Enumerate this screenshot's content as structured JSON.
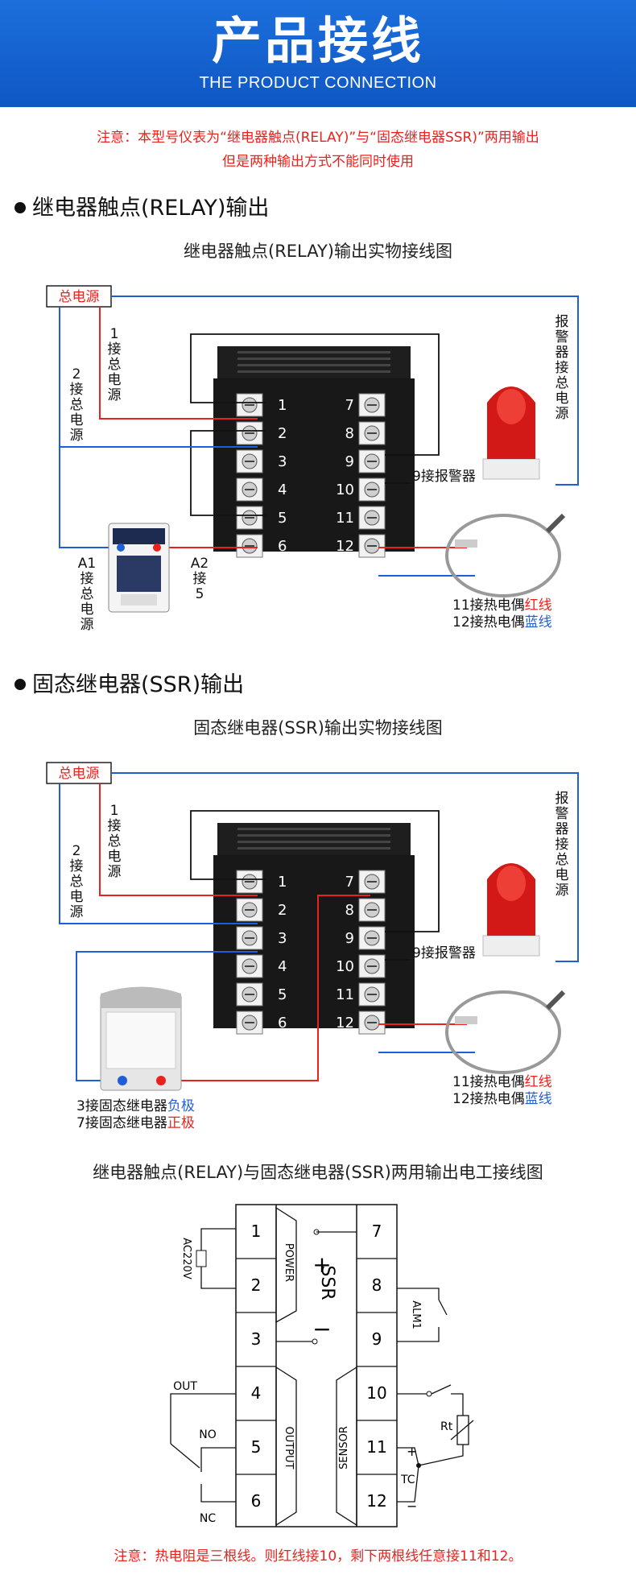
{
  "banner": {
    "title": "产品接线",
    "subtitle": "THE PRODUCT CONNECTION"
  },
  "notice": {
    "line1": "注意：本型号仪表为“继电器触点(RELAY)”与“固态继电器SSR)”两用输出",
    "line2": "但是两种输出方式不能同时使用"
  },
  "relay_section": {
    "title": "继电器触点(RELAY)输出",
    "caption": "继电器触点(RELAY)输出实物接线图",
    "power_label": "总电源",
    "left_terminals": [
      "1",
      "2",
      "3",
      "4",
      "5",
      "6"
    ],
    "right_terminals": [
      "7",
      "8",
      "9",
      "10",
      "11",
      "12"
    ],
    "label_1": [
      "1",
      "接",
      "总",
      "电",
      "源"
    ],
    "label_2": [
      "2",
      "接",
      "总",
      "电",
      "源"
    ],
    "label_a1": [
      "A1",
      "接",
      "总",
      "电",
      "源"
    ],
    "label_a2": [
      "A2",
      "接",
      "5"
    ],
    "label_alarm_power": [
      "报",
      "警",
      "器",
      "接",
      "总",
      "电",
      "源"
    ],
    "alarm_9": "9接报警器",
    "tc_11_prefix": "11接热电偶",
    "tc_11_color": "红线",
    "tc_12_prefix": "12接热电偶",
    "tc_12_color": "蓝线"
  },
  "ssr_section": {
    "title": "固态继电器(SSR)输出",
    "caption": "固态继电器(SSR)输出实物接线图",
    "power_label": "总电源",
    "left_terminals": [
      "1",
      "2",
      "3",
      "4",
      "5",
      "6"
    ],
    "right_terminals": [
      "7",
      "8",
      "9",
      "10",
      "11",
      "12"
    ],
    "label_1": [
      "1",
      "接",
      "总",
      "电",
      "源"
    ],
    "label_2": [
      "2",
      "接",
      "总",
      "电",
      "源"
    ],
    "label_alarm_power": [
      "报",
      "警",
      "器",
      "接",
      "总",
      "电",
      "源"
    ],
    "alarm_9": "9接报警器",
    "ssr_3_prefix": "3接固态继电器",
    "ssr_3_pole": "负极",
    "ssr_7_prefix": "7接固态继电器",
    "ssr_7_pole": "正极",
    "tc_11_prefix": "11接热电偶",
    "tc_11_color": "红线",
    "tc_12_prefix": "12接热电偶",
    "tc_12_color": "蓝线"
  },
  "schematic": {
    "caption": "继电器触点(RELAY)与固态继电器(SSR)两用输出电工接线图",
    "left_numbers": [
      "1",
      "2",
      "3",
      "4",
      "5",
      "6"
    ],
    "right_numbers": [
      "7",
      "8",
      "9",
      "10",
      "11",
      "12"
    ],
    "power": "POWER",
    "output": "OUTPUT",
    "sensor": "SENSOR",
    "ssr": "SSR",
    "plus": "+",
    "minus": "−",
    "ac": "AC220V",
    "alm": "ALM1",
    "out": "OUT",
    "no": "NO",
    "nc": "NC",
    "rt": "Rt",
    "tc": "TC"
  },
  "bottom_note": "注意：热电阻是三根线。则红线接10，剩下两根线任意接11和12。",
  "colors": {
    "blue": "#1f5fd6",
    "red": "#e8231e",
    "banner": "#1565d8"
  }
}
